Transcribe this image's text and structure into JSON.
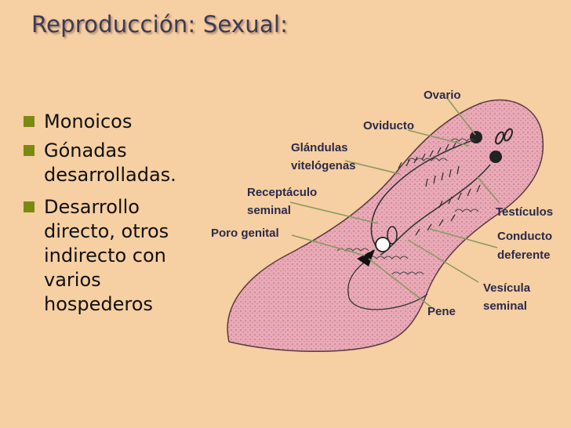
{
  "title": "Reproducción: Sexual:",
  "bullets": [
    {
      "lines": [
        "Monoicos"
      ]
    },
    {
      "lines": [
        "Gónadas",
        "desarrolladas."
      ]
    },
    {
      "lines": [
        "Desarrollo",
        "directo, otros",
        "indirecto con",
        "varios",
        "hospederos"
      ]
    }
  ],
  "labels": {
    "ovario": "Ovario",
    "oviducto": "Oviducto",
    "glandulas_1": "Glándulas",
    "glandulas_2": "vitelógenas",
    "receptaculo_1": "Receptáculo",
    "receptaculo_2": "seminal",
    "poro_genital": "Poro genital",
    "testiculos": "Testículos",
    "conducto_1": "Conducto",
    "conducto_2": "deferente",
    "vesicula_1": "Vesícula",
    "vesicula_2": "seminal",
    "pene": "Pene"
  },
  "colors": {
    "background": "#f6cfa2",
    "body_fill": "#e9a9b6",
    "body_stroke": "#5a3a40",
    "bullet": "#7a8a10",
    "leader": "#8a9a60"
  }
}
